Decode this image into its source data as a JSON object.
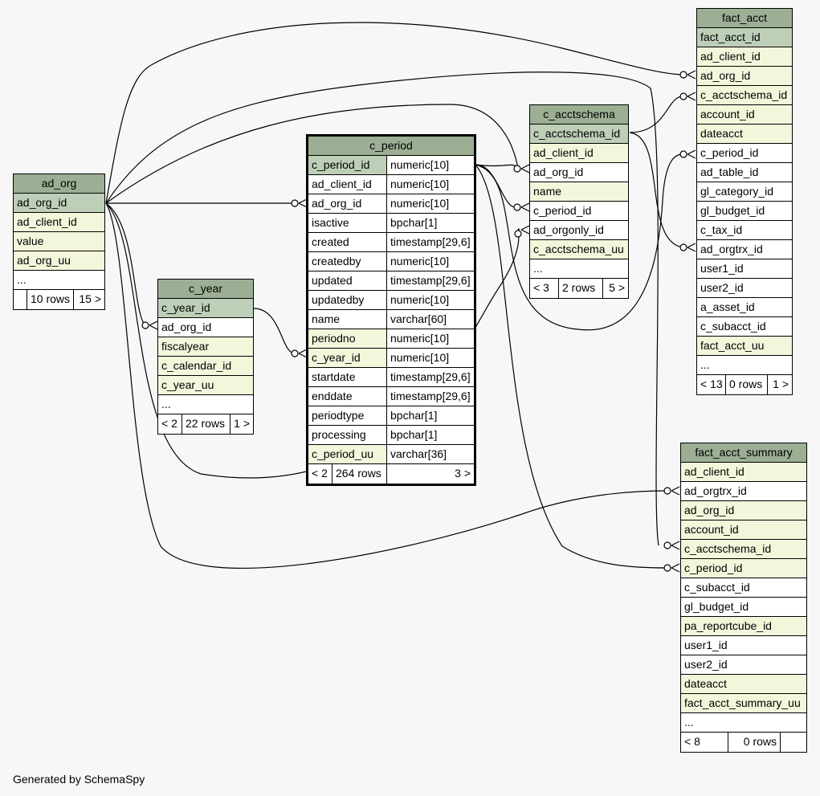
{
  "footer": "Generated by SchemaSpy",
  "tables": {
    "fact_acct": {
      "title": "fact_acct",
      "columns": [
        "fact_acct_id",
        "ad_client_id",
        "ad_org_id",
        "c_acctschema_id",
        "account_id",
        "dateacct",
        "c_period_id",
        "ad_table_id",
        "gl_category_id",
        "gl_budget_id",
        "c_tax_id",
        "ad_orgtrx_id",
        "user1_id",
        "user2_id",
        "a_asset_id",
        "c_subacct_id",
        "fact_acct_uu",
        "..."
      ],
      "footer": [
        "< 13",
        "0 rows",
        "1 >"
      ]
    },
    "c_acctschema": {
      "title": "c_acctschema",
      "columns": [
        "c_acctschema_id",
        "ad_client_id",
        "ad_org_id",
        "name",
        "c_period_id",
        "ad_orgonly_id",
        "c_acctschema_uu",
        "..."
      ],
      "footer": [
        "< 3",
        "2 rows",
        "5 >"
      ]
    },
    "ad_org": {
      "title": "ad_org",
      "columns": [
        "ad_org_id",
        "ad_client_id",
        "value",
        "ad_org_uu",
        "..."
      ],
      "footer": [
        "",
        "10 rows",
        "15 >"
      ]
    },
    "c_year": {
      "title": "c_year",
      "columns": [
        "c_year_id",
        "ad_org_id",
        "fiscalyear",
        "c_calendar_id",
        "c_year_uu",
        "..."
      ],
      "footer": [
        "< 2",
        "22 rows",
        "1 >"
      ]
    },
    "c_period": {
      "title": "c_period",
      "columns": [
        [
          "c_period_id",
          "numeric[10]"
        ],
        [
          "ad_client_id",
          "numeric[10]"
        ],
        [
          "ad_org_id",
          "numeric[10]"
        ],
        [
          "isactive",
          "bpchar[1]"
        ],
        [
          "created",
          "timestamp[29,6]"
        ],
        [
          "createdby",
          "numeric[10]"
        ],
        [
          "updated",
          "timestamp[29,6]"
        ],
        [
          "updatedby",
          "numeric[10]"
        ],
        [
          "name",
          "varchar[60]"
        ],
        [
          "periodno",
          "numeric[10]"
        ],
        [
          "c_year_id",
          "numeric[10]"
        ],
        [
          "startdate",
          "timestamp[29,6]"
        ],
        [
          "enddate",
          "timestamp[29,6]"
        ],
        [
          "periodtype",
          "bpchar[1]"
        ],
        [
          "processing",
          "bpchar[1]"
        ],
        [
          "c_period_uu",
          "varchar[36]"
        ]
      ],
      "footer": [
        "< 2",
        "264 rows",
        "3 >"
      ]
    },
    "fact_acct_summary": {
      "title": "fact_acct_summary",
      "columns": [
        "ad_client_id",
        "ad_orgtrx_id",
        "ad_org_id",
        "account_id",
        "c_acctschema_id",
        "c_period_id",
        "c_subacct_id",
        "gl_budget_id",
        "pa_reportcube_id",
        "user1_id",
        "user2_id",
        "dateacct",
        "fact_acct_summary_uu",
        "..."
      ],
      "footer": [
        "< 8",
        "0 rows",
        ""
      ]
    }
  }
}
